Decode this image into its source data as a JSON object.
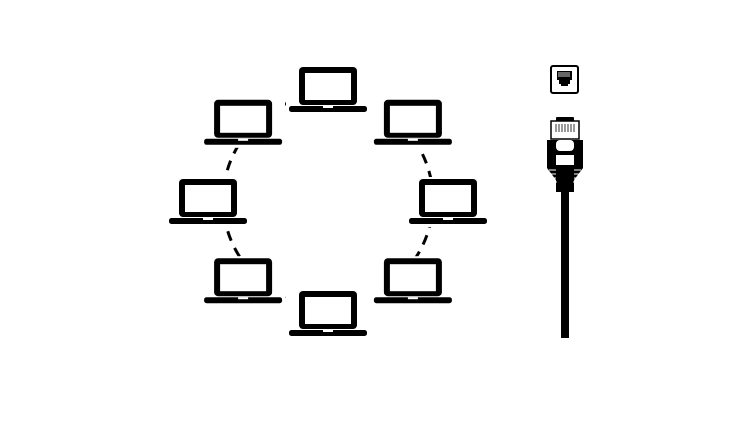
{
  "diagram": {
    "background": "#ffffff",
    "ink": "#000000",
    "ring": {
      "style": "dashed",
      "node_count": 8,
      "nodes": [
        {
          "id": "laptop-top",
          "icon": "laptop-icon"
        },
        {
          "id": "laptop-top-right",
          "icon": "laptop-icon"
        },
        {
          "id": "laptop-right",
          "icon": "laptop-icon"
        },
        {
          "id": "laptop-bottom-right",
          "icon": "laptop-icon"
        },
        {
          "id": "laptop-bottom",
          "icon": "laptop-icon"
        },
        {
          "id": "laptop-bottom-left",
          "icon": "laptop-icon"
        },
        {
          "id": "laptop-left",
          "icon": "laptop-icon"
        },
        {
          "id": "laptop-top-left",
          "icon": "laptop-icon"
        }
      ]
    },
    "network_connector": {
      "jack_icon": "ethernet-port-icon",
      "plug_icon": "rj45-connector-icon",
      "cable": "ethernet-cable"
    }
  }
}
